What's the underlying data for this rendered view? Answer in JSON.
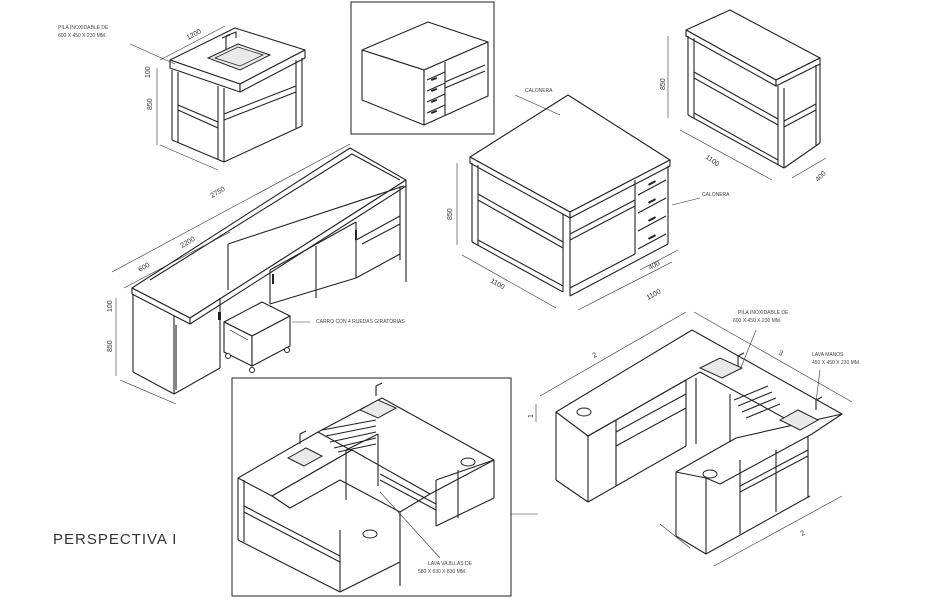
{
  "sheet_title": "PERSPECTIVA I",
  "sink_top_left": {
    "line1": "PILA INOXIDABLE DE",
    "line2": "600 X 450 X 230 MM."
  },
  "drawer_left": "CALONERA",
  "drawer_right": "CALONERA",
  "cart_label": "CARRO CON 4 RUEDAS GIRATORIAS",
  "dishwasher": {
    "line1": "LAVA VAJILLAS DE",
    "line2": "580 X 630 X 830 MM."
  },
  "island_sink": {
    "line1": "PILA INOXIDABLE DE",
    "line2": "600 X 450 X 230 MM."
  },
  "hand_sink": {
    "line1": "LAVA MANOS",
    "line2": "450 X 450 X 230 MM."
  },
  "dims": {
    "island_h": "850",
    "island_w": "1100",
    "island_d": "1100",
    "island_drawer": "400",
    "shelf_h": "850",
    "shelf_w": "1100",
    "shelf_d": "400",
    "sink_w": "1200",
    "sink_h": "850",
    "sink_top": "100",
    "counter_len": "2750",
    "counter_len2": "2200",
    "counter_a": "600",
    "counter_h": "850",
    "counter_top": "100",
    "l_w": "2",
    "l_d": "3",
    "l_h": "1",
    "l_front": "2"
  }
}
